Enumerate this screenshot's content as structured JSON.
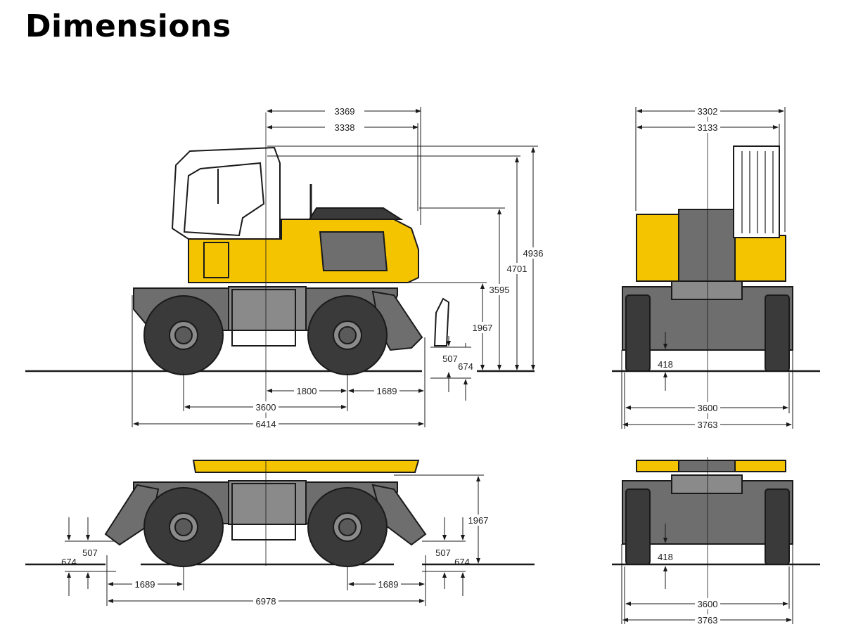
{
  "title": "Dimensions",
  "colors": {
    "machine_yellow": "#f5c400",
    "undercarriage_grey": "#6e6e6e",
    "tire_dark": "#3a3a3a",
    "line": "#1a1a1a",
    "background": "#ffffff"
  },
  "dimensions": {
    "side_top_width_1": "3369",
    "side_top_width_2": "3338",
    "side_height_total": "4936",
    "side_height_cab": "4701",
    "side_height_hood": "3595",
    "side_height_blade": "1967",
    "side_blade_lift": "507",
    "side_blade_depth": "674",
    "side_center_to_axle": "1800",
    "side_axle_to_blade": "1689",
    "side_wheelbase": "3600",
    "side_overall_length": "6414",
    "front_top_width_1": "3302",
    "front_top_width_2": "3133",
    "front_ground_clearance": "418",
    "front_track": "3600",
    "front_overall_width": "3763",
    "bottom_side_left_blade_lift": "507",
    "bottom_side_left_blade_depth": "674",
    "bottom_side_right_blade_lift": "507",
    "bottom_side_right_blade_depth": "674",
    "bottom_side_height_blade": "1967",
    "bottom_side_left_axle_to_blade": "1689",
    "bottom_side_right_axle_to_blade": "1689",
    "bottom_side_overall_length": "6978",
    "bottom_front_ground_clearance": "418",
    "bottom_front_track": "3600",
    "bottom_front_overall_width": "3763"
  }
}
